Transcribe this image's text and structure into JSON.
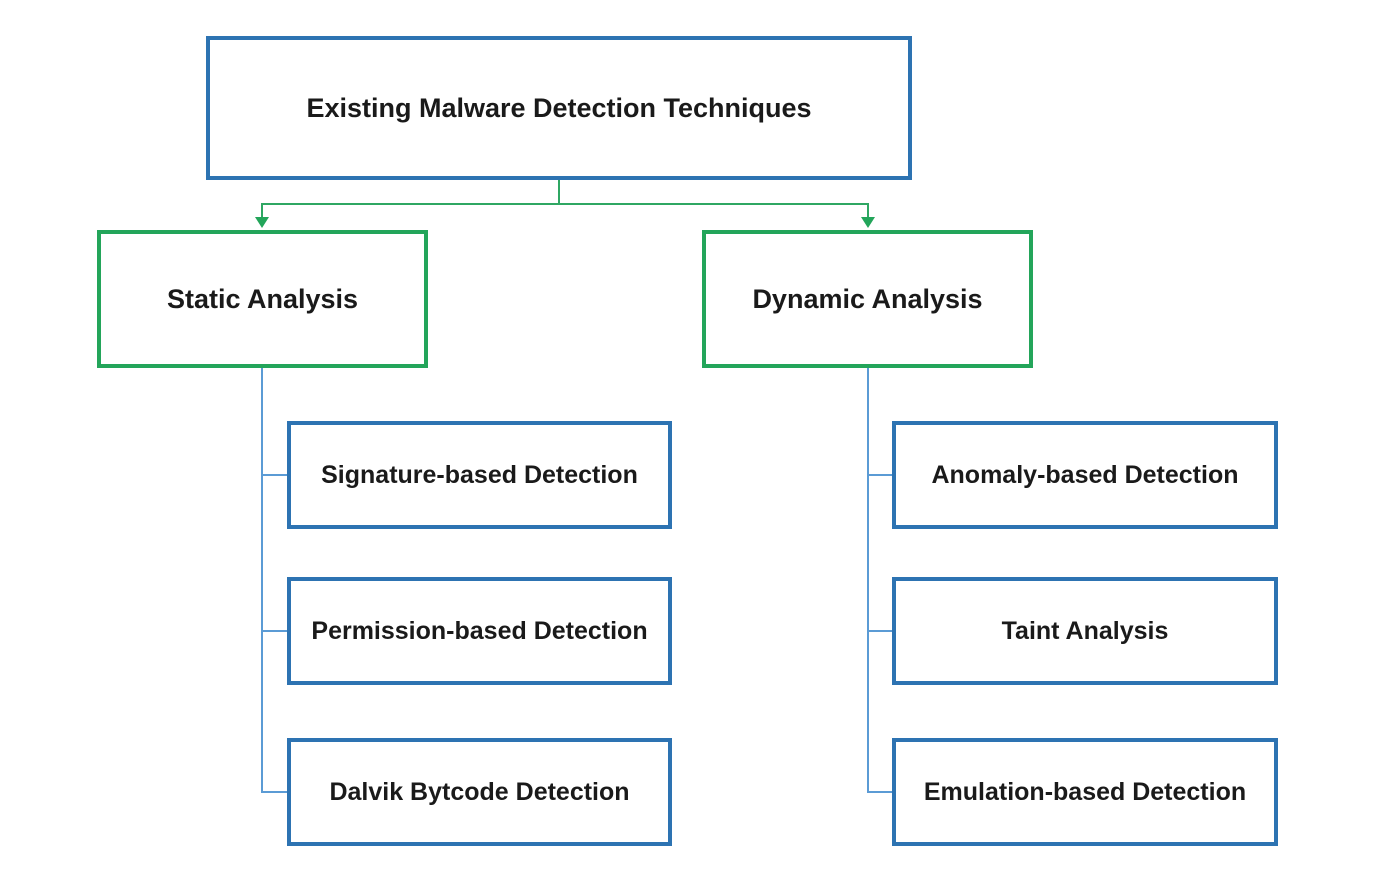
{
  "diagram": {
    "root": {
      "label": "Existing Malware Detection Techniques"
    },
    "branches": [
      {
        "label": "Static Analysis",
        "children": [
          {
            "label": "Signature-based Detection"
          },
          {
            "label": "Permission-based Detection"
          },
          {
            "label": "Dalvik Bytcode Detection"
          }
        ]
      },
      {
        "label": "Dynamic Analysis",
        "children": [
          {
            "label": "Anomaly-based Detection"
          },
          {
            "label": "Taint Analysis"
          },
          {
            "label": "Emulation-based Detection"
          }
        ]
      }
    ],
    "colors": {
      "node_border_blue": "#2D73B2",
      "branch_border_green": "#23A55A",
      "connector_blue": "#5B9BD5",
      "connector_green": "#2FA763",
      "text": "#1A1A1A",
      "background": "#FFFFFF"
    }
  }
}
